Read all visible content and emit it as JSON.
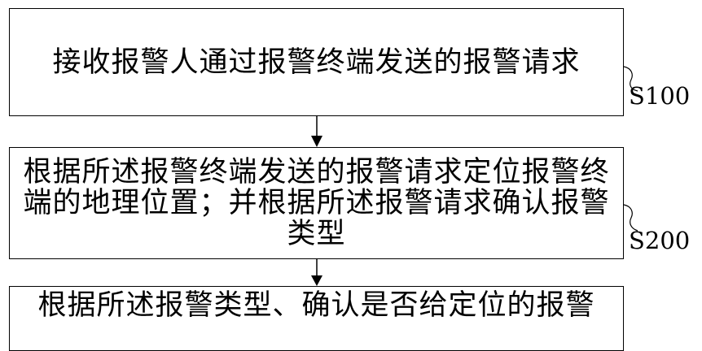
{
  "steps": [
    {
      "text": "接收报警人通过报警终端发送的报警请求",
      "label": "S100"
    },
    {
      "text": "根据所述报警终端发送的报警请求定位报警终端的地理位置；并根据所述报警请求确认报警类型",
      "label": "S200"
    },
    {
      "text": "根据所述报警类型、确认是否给定位的报警"
    }
  ]
}
